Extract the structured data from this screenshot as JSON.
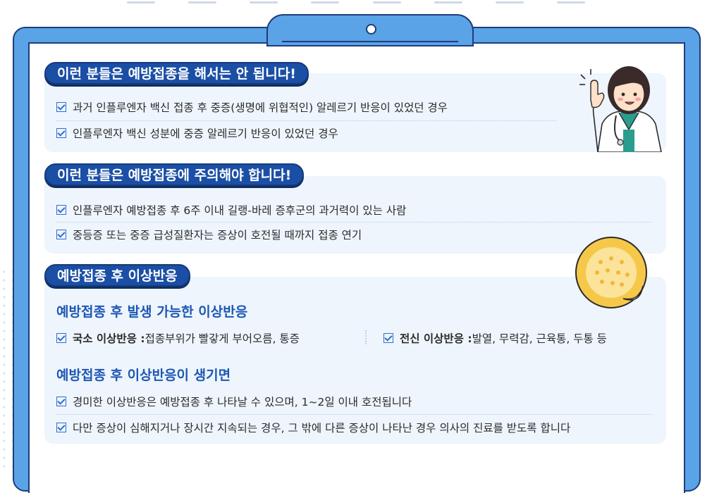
{
  "section1": {
    "title": "이런 분들은 예방접종을 해서는 안 됩니다!",
    "items": [
      "과거 인플루엔자 백신 접종 후 중증(생명에 위협적인) 알레르기 반응이 있었던 경우",
      "인플루엔자 백신 성분에 중증 알레르기 반응이 있었던 경우"
    ]
  },
  "section2": {
    "title": "이런 분들은 예방접종에 주의해야 합니다!",
    "items": [
      "인플루엔자 예방접종 후 6주 이내 길랭-바레 증후군의 과거력이 있는 사람",
      "중등증 또는 중증 급성질환자는 증상이 호전될 때까지 접종 연기"
    ]
  },
  "section3": {
    "title": "예방접종 후 이상반응",
    "sub1": "예방접종 후 발생 가능한 이상반응",
    "local_label": "국소 이상반응 :",
    "local_text": " 접종부위가 빨갛게 부어오름, 통증",
    "systemic_label": "전신 이상반응 :",
    "systemic_text": " 발열, 무력감, 근육통, 두통 등",
    "sub2": "예방접종 후 이상반응이 생기면",
    "items": [
      "경미한 이상반응은 예방접종 후 나타날 수 있으며, 1~2일 이내 호전됩니다",
      "다만 증상이 심해지거나 장시간 지속되는 경우, 그 밖에 다른 증상이 나타난 경우 의사의 진료를 받도록 합니다"
    ]
  },
  "colors": {
    "board": "#5aa3e6",
    "navy": "#1b4fa6",
    "subheading": "#1d57b5",
    "section_bg": "#eef5fc"
  },
  "icons": [
    "checkbox-icon",
    "doctor-illustration",
    "bandage-illustration"
  ]
}
